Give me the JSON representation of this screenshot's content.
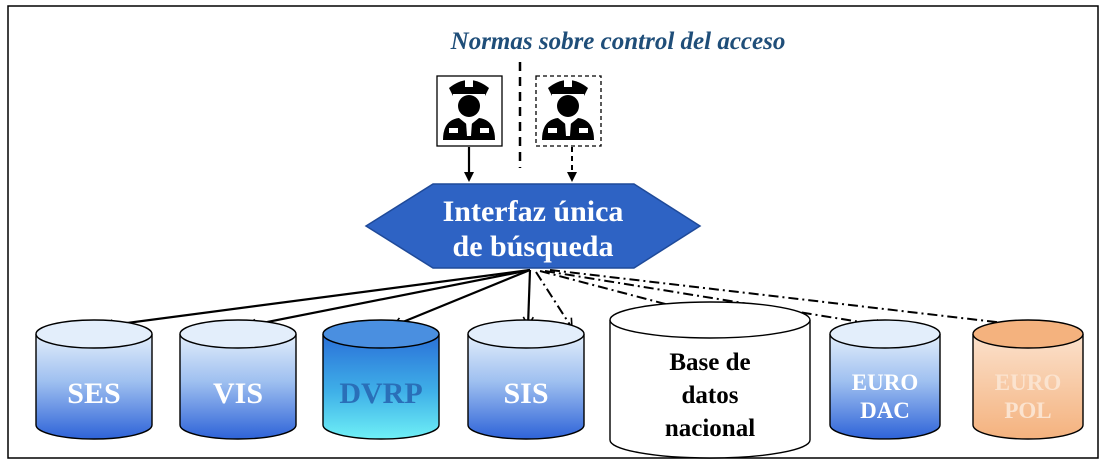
{
  "title": "Normas sobre control del acceso",
  "hub": {
    "lines": [
      "Interfaz única",
      "de búsqueda"
    ],
    "color": "#2e63c4"
  },
  "users": [
    {
      "icon": "police-officer-icon",
      "access": "direct"
    },
    {
      "icon": "police-officer-icon",
      "access": "restricted"
    }
  ],
  "databases": [
    {
      "id": "ses",
      "lines": [
        "SES"
      ],
      "style": "blue",
      "link": "solid"
    },
    {
      "id": "vis",
      "lines": [
        "VIS"
      ],
      "style": "blue",
      "link": "solid"
    },
    {
      "id": "dvrp",
      "lines": [
        "DVRP"
      ],
      "style": "cyan",
      "link": "solid"
    },
    {
      "id": "sis",
      "lines": [
        "SIS"
      ],
      "style": "blue",
      "link": "solid-and-dashdot"
    },
    {
      "id": "national",
      "lines": [
        "Base de",
        "datos",
        "nacional"
      ],
      "style": "white",
      "link": "dashdot"
    },
    {
      "id": "eurodac",
      "lines": [
        "EURO",
        "DAC"
      ],
      "style": "blue",
      "link": "dashdot"
    },
    {
      "id": "europol",
      "lines": [
        "EURO",
        "POL"
      ],
      "style": "orange",
      "link": "dashdot"
    }
  ],
  "colors": {
    "title": "#1f4e79",
    "hub": "#2e63c4",
    "db_blue_top": "#dce9fa",
    "db_blue_bottom": "#2e63d8",
    "db_cyan_bottom": "#5fe6f4",
    "db_orange": "#f7c39a",
    "db_orange_text": "#fbe3cf",
    "db_cyan_text": "#2a6fb8"
  }
}
